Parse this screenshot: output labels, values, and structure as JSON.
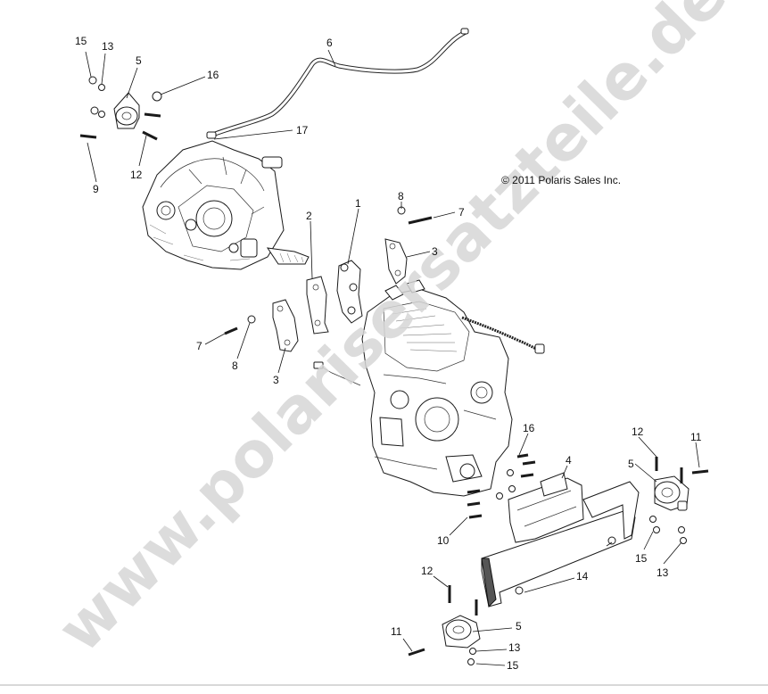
{
  "copyright": "© 2011 Polaris Sales Inc.",
  "watermark": "www.polarisersatzteile.de",
  "callouts": [
    {
      "id": "c15a",
      "text": "15"
    },
    {
      "id": "c13a",
      "text": "13"
    },
    {
      "id": "c5a",
      "text": "5"
    },
    {
      "id": "c16a",
      "text": "16"
    },
    {
      "id": "c6",
      "text": "6"
    },
    {
      "id": "c17",
      "text": "17"
    },
    {
      "id": "c12a",
      "text": "12"
    },
    {
      "id": "c9",
      "text": "9"
    },
    {
      "id": "c8a",
      "text": "8"
    },
    {
      "id": "c7a",
      "text": "7"
    },
    {
      "id": "c1",
      "text": "1"
    },
    {
      "id": "c2",
      "text": "2"
    },
    {
      "id": "c3a",
      "text": "3"
    },
    {
      "id": "c7b",
      "text": "7"
    },
    {
      "id": "c8b",
      "text": "8"
    },
    {
      "id": "c3b",
      "text": "3"
    },
    {
      "id": "c16b",
      "text": "16"
    },
    {
      "id": "c4",
      "text": "4"
    },
    {
      "id": "c12b",
      "text": "12"
    },
    {
      "id": "c11a",
      "text": "11"
    },
    {
      "id": "c5b",
      "text": "5"
    },
    {
      "id": "c10",
      "text": "10"
    },
    {
      "id": "c15b",
      "text": "15"
    },
    {
      "id": "c13b",
      "text": "13"
    },
    {
      "id": "c14",
      "text": "14"
    },
    {
      "id": "c12c",
      "text": "12"
    },
    {
      "id": "c11b",
      "text": "11"
    },
    {
      "id": "c5c",
      "text": "5"
    },
    {
      "id": "c13c",
      "text": "13"
    },
    {
      "id": "c15c",
      "text": "15"
    }
  ]
}
